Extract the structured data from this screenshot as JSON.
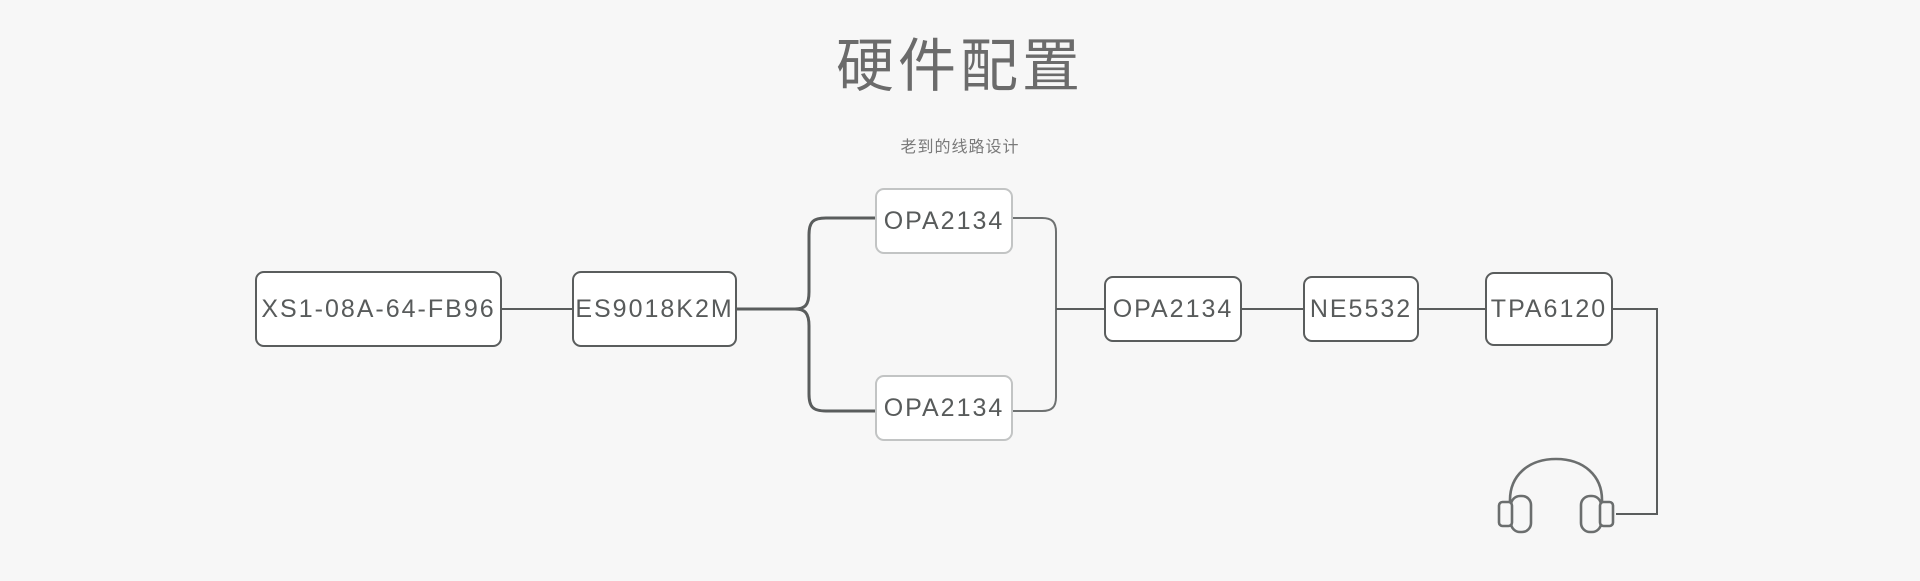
{
  "page": {
    "background_color": "#f7f7f7",
    "title": "硬件配置",
    "subtitle": "老到的线路设计"
  },
  "theme": {
    "node_border_strong": "#5a5d5d",
    "node_border_light": "#c2c4c4",
    "node_fill": "#ffffff",
    "text_color": "#585b5b",
    "title_color": "#6b6b6b",
    "subtitle_color": "#7a7a7a",
    "wire_color": "#5a5d5d",
    "wire_color_light": "#6e7171"
  },
  "diagram": {
    "type": "signal-chain-flow",
    "nodes": [
      {
        "id": "xs1",
        "label": "XS1-08A-64-FB96",
        "style": "strong"
      },
      {
        "id": "es9018",
        "label": "ES9018K2M",
        "style": "strong"
      },
      {
        "id": "opa_top",
        "label": "OPA2134",
        "style": "light"
      },
      {
        "id": "opa_bot",
        "label": "OPA2134",
        "style": "light"
      },
      {
        "id": "opa_mid",
        "label": "OPA2134",
        "style": "strong"
      },
      {
        "id": "ne5532",
        "label": "NE5532",
        "style": "strong"
      },
      {
        "id": "tpa6120",
        "label": "TPA6120",
        "style": "strong"
      },
      {
        "id": "headphone",
        "label": "headphone-icon",
        "style": "icon"
      }
    ],
    "edges": [
      {
        "from": "xs1",
        "to": "es9018"
      },
      {
        "from": "es9018",
        "to": "opa_top"
      },
      {
        "from": "es9018",
        "to": "opa_bot"
      },
      {
        "from": "opa_top",
        "to": "opa_mid"
      },
      {
        "from": "opa_bot",
        "to": "opa_mid"
      },
      {
        "from": "opa_mid",
        "to": "ne5532"
      },
      {
        "from": "ne5532",
        "to": "tpa6120"
      },
      {
        "from": "tpa6120",
        "to": "headphone"
      }
    ]
  }
}
